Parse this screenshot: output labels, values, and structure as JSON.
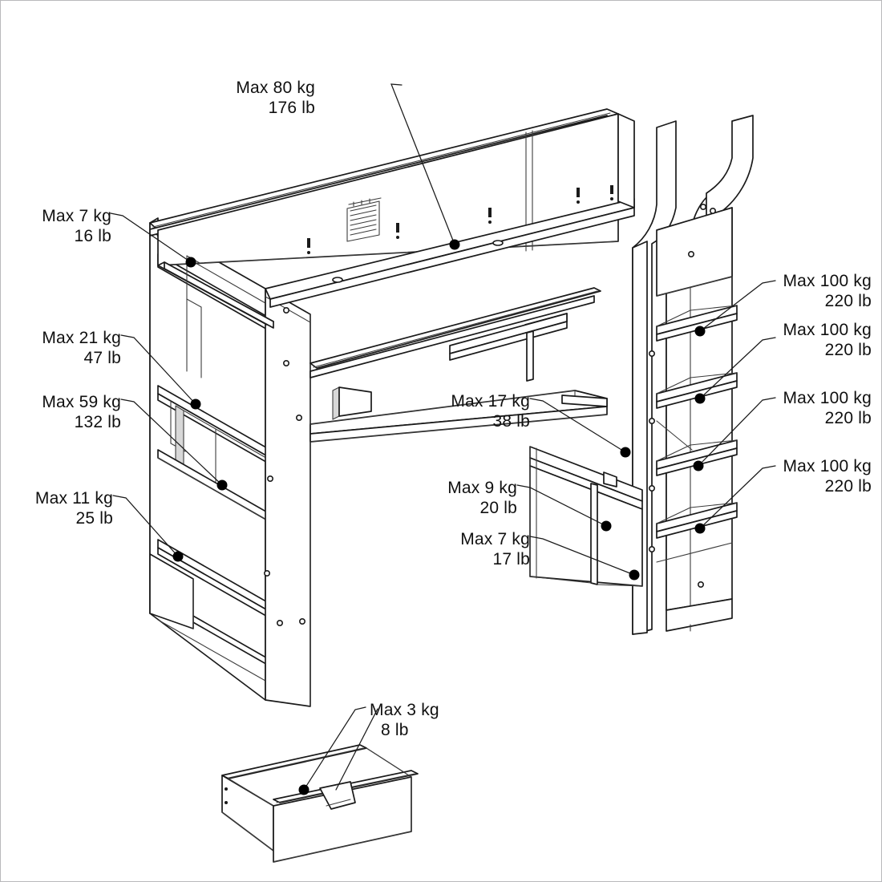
{
  "diagram": {
    "kind": "loft-bed-weight-capacity-diagram",
    "unit_primary": "kg",
    "unit_secondary": "lb",
    "prefix": "Max"
  },
  "labels": [
    {
      "id": "bed-platform",
      "name": "label-bed-platform",
      "line1": "Max 80 kg",
      "line2": "176 lb",
      "kg": 80,
      "lb": 176,
      "align": "right"
    },
    {
      "id": "top-left-rail-shelf",
      "name": "label-top-left-rail-shelf",
      "line1": "Max 7 kg",
      "line2": "16 lb",
      "kg": 7,
      "lb": 16,
      "align": "right"
    },
    {
      "id": "bookcase-shelf-upper",
      "name": "label-bookcase-shelf-upper",
      "line1": "Max 21 kg",
      "line2": "47 lb",
      "kg": 21,
      "lb": 47,
      "align": "right"
    },
    {
      "id": "bookcase-shelf-middle",
      "name": "label-bookcase-shelf-middle",
      "line1": "Max 59 kg",
      "line2": "132 lb",
      "kg": 59,
      "lb": 132,
      "align": "right"
    },
    {
      "id": "bookcase-shelf-lower",
      "name": "label-bookcase-shelf-lower",
      "line1": "Max 11 kg",
      "line2": "25 lb",
      "kg": 11,
      "lb": 25,
      "align": "right"
    },
    {
      "id": "desk-surface",
      "name": "label-desk-surface",
      "line1": "Max 17 kg",
      "line2": "38 lb",
      "kg": 17,
      "lb": 38,
      "align": "right"
    },
    {
      "id": "desk-drawer-upper",
      "name": "label-desk-drawer-upper",
      "line1": "Max 9 kg",
      "line2": "20 lb",
      "kg": 9,
      "lb": 20,
      "align": "right"
    },
    {
      "id": "desk-drawer-lower",
      "name": "label-desk-drawer-lower",
      "line1": "Max 7 kg",
      "line2": "17 lb",
      "kg": 7,
      "lb": 17,
      "align": "right"
    },
    {
      "id": "ladder-step-1",
      "name": "label-ladder-step-1",
      "line1": "Max 100 kg",
      "line2": "220 lb",
      "kg": 100,
      "lb": 220,
      "align": "right"
    },
    {
      "id": "ladder-step-2",
      "name": "label-ladder-step-2",
      "line1": "Max 100 kg",
      "line2": "220 lb",
      "kg": 100,
      "lb": 220,
      "align": "right"
    },
    {
      "id": "ladder-step-3",
      "name": "label-ladder-step-3",
      "line1": "Max 100 kg",
      "line2": "220 lb",
      "kg": 100,
      "lb": 220,
      "align": "right"
    },
    {
      "id": "ladder-step-4",
      "name": "label-ladder-step-4",
      "line1": "Max 100 kg",
      "line2": "220 lb",
      "kg": 100,
      "lb": 220,
      "align": "right"
    },
    {
      "id": "loose-drawer",
      "name": "label-loose-drawer",
      "line1": "Max 3 kg",
      "line2": "8 lb",
      "kg": 3,
      "lb": 8,
      "align": "left"
    }
  ],
  "colors": {
    "stroke": "#1a1a1a",
    "thin_stroke": "#4a4a4a",
    "edge_gray": "#9a9a9a",
    "page_border": "#b9b9bb",
    "text": "#101010",
    "background": "#ffffff",
    "marker": "#000000"
  }
}
